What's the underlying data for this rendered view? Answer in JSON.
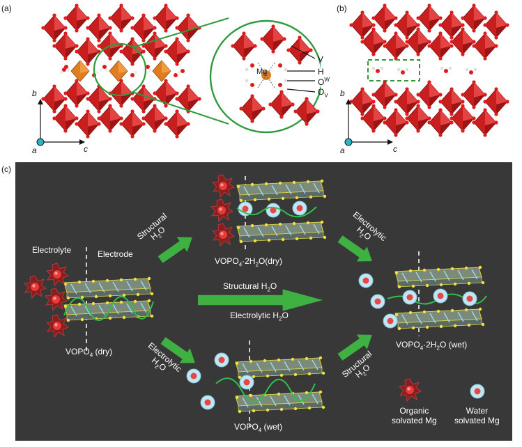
{
  "panel_a": {
    "tag": "(a)",
    "axes": {
      "vertical": "b",
      "origin": "a",
      "horizontal": "c"
    },
    "legend": [
      {
        "symbol": "V",
        "sub": ""
      },
      {
        "symbol": "H",
        "sub": ""
      },
      {
        "symbol": "O",
        "sup": "W"
      },
      {
        "symbol": "O",
        "sub": "V"
      }
    ],
    "mg_label": "Mg"
  },
  "panel_b": {
    "tag": "(b)",
    "axes": {
      "vertical": "b",
      "origin": "a",
      "horizontal": "c"
    }
  },
  "panel_c": {
    "tag": "(c)",
    "electrolyte": "Electrolyte",
    "electrode": "Electrode",
    "dry": {
      "pre": "VOPO",
      "sub": "4",
      "post": " (dry)"
    },
    "dihydrate_dry": {
      "a": "VOPO",
      "a_sub": "4",
      "b": "·2H",
      "b_sub": "2",
      "c": "O(dry)"
    },
    "wet": {
      "pre": "VOPO",
      "sub": "4",
      "post": " (wet)"
    },
    "dihydrate_wet": {
      "a": "VOPO",
      "a_sub": "4",
      "b": "·2H",
      "b_sub": "2",
      "c": "O (wet)"
    },
    "arrow_labels": {
      "structural": {
        "word": "Structural",
        "h": "H",
        "sub": "2",
        "o": "O"
      },
      "electrolytic": {
        "word": "Electrolytic",
        "h": "H",
        "sub": "2",
        "o": "O"
      }
    },
    "legend": {
      "organic_line1": "Organic",
      "organic_line2": "solvated Mg",
      "water_line1": "Water",
      "water_line2": "solvated Mg"
    }
  },
  "colors": {
    "octahedron_red": "#c81e1e",
    "mg_orange": "#e07d1e",
    "zoom_green": "#2e9a3a",
    "arrow_green": "#3fb042",
    "panel_bg": "#383838",
    "axis_cyan": "#2bb6c8"
  }
}
